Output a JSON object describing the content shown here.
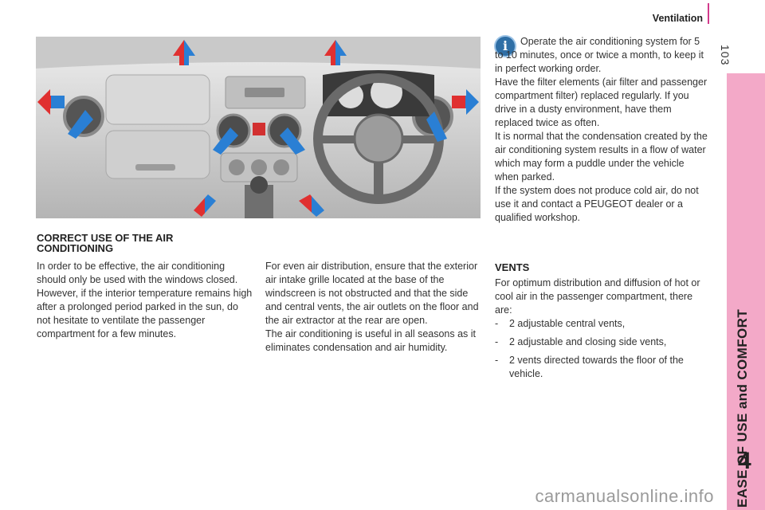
{
  "header": {
    "title": "Ventilation"
  },
  "page_number": "103",
  "side_tab": {
    "label": "EASE OF USE and COMFORT",
    "chapter": "4"
  },
  "sections": {
    "correct_use": {
      "heading_line1": "CORRECT USE OF THE AIR",
      "heading_line2": "CONDITIONING",
      "body": "In order to be effective, the air conditioning should only be used with the windows closed. However, if the interior temperature remains high after a prolonged period parked in the sun, do not hesitate to ventilate the passenger compartment for a few minutes."
    },
    "middle": {
      "para1": "For even air distribution, ensure that the exterior air intake grille located at the base of the windscreen is not obstructed and that the side and central vents, the air outlets on the floor and the air extractor at the rear are open.",
      "para2": "The air conditioning is useful in all seasons as it eliminates condensation and air humidity."
    },
    "info": {
      "icon": "info-icon",
      "para1": "Operate the air conditioning system for 5 to 10 minutes, once or twice a month, to keep it in perfect working order.",
      "para2": "Have the filter elements (air filter and passenger compartment filter) replaced regularly. If you drive in a dusty environment, have them replaced twice as often.",
      "para3": "It is normal that the condensation created by the air conditioning system results in a flow of water which may form a puddle under the vehicle when parked.",
      "para4": "If the system does not produce cold air, do not use it and contact a PEUGEOT dealer or a qualified workshop."
    },
    "vents": {
      "heading": "VENTS",
      "intro": "For optimum distribution and diffusion of hot or cool air in the passenger compartment, there are:",
      "items": [
        "2 adjustable central vents,",
        "2 adjustable and closing side vents,",
        "2 vents directed towards the floor of the vehicle."
      ],
      "bullet": "-"
    }
  },
  "watermark": "carmanualsonline.info",
  "colors": {
    "accent_pink": "#f3a9c8",
    "header_bar": "#d23a8c",
    "arrow_red": "#e03030",
    "arrow_blue": "#2a7fd4",
    "info_blue": "#2f6fa6"
  }
}
